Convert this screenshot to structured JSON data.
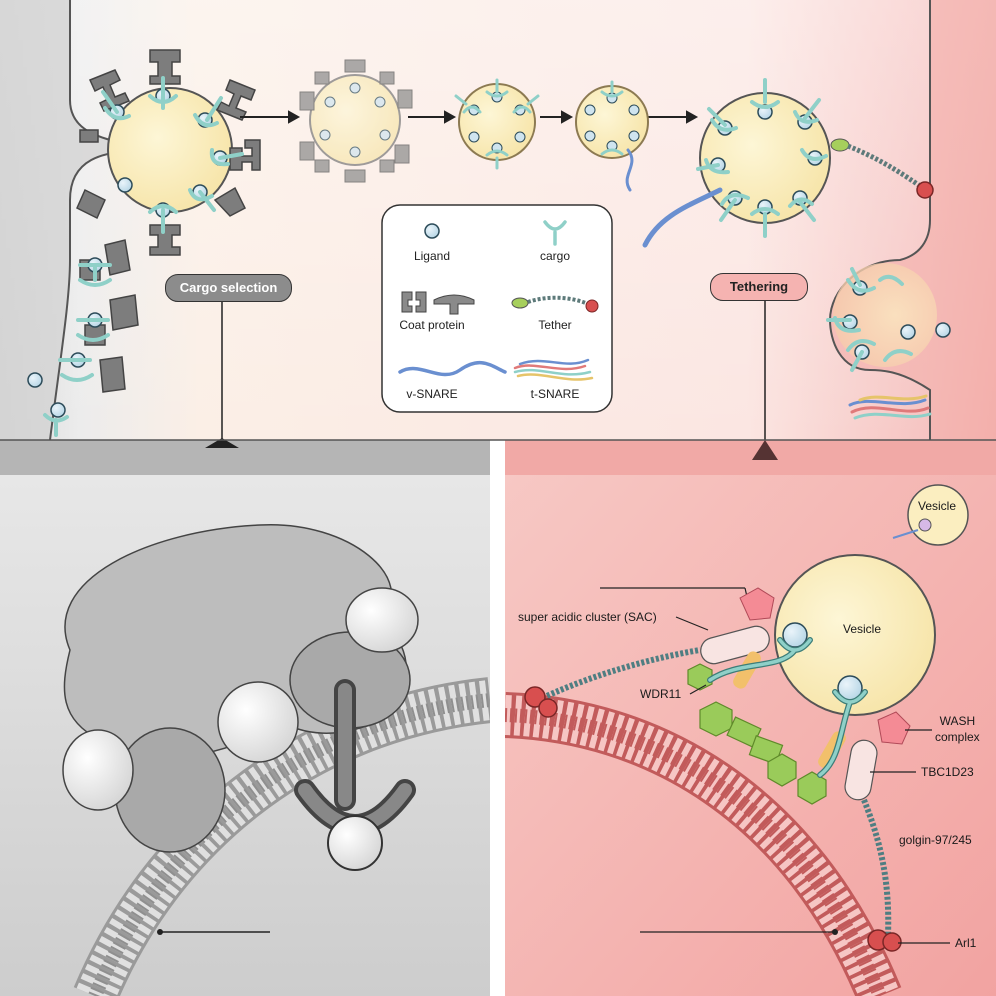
{
  "top_panel": {
    "cargo_selection_label": "Cargo selection",
    "tethering_label": "Tethering"
  },
  "legend": {
    "ligand": "Ligand",
    "cargo": "cargo",
    "coat_protein": "Coat protein",
    "tether": "Tether",
    "v_snare": "v-SNARE",
    "t_snare": "t-SNARE"
  },
  "bottom_right": {
    "vesicle_inset": "Vesicle",
    "vesicle_main": "Vesicle",
    "sac": "super acidic cluster (SAC)",
    "wdr11": "WDR11",
    "wash": "WASH\ncomplex",
    "tbc1d23": "TBC1D23",
    "golgin": "golgin-97/245",
    "arl1": "Arl1"
  },
  "colors": {
    "grey_panel": "#d4d4d4",
    "pink_panel": "#f4b0ad",
    "vesicle_fill": "#fbeec0",
    "cargo_teal": "#8fd0c8",
    "ligand_blue": "#cfe4ef",
    "coat_grey": "#7d7d7d",
    "tether_pill": "#f2c6c4",
    "wdr11_green": "#9acb5a",
    "wash_pink": "#f48b95",
    "snare_blue": "#6a8fd0"
  }
}
